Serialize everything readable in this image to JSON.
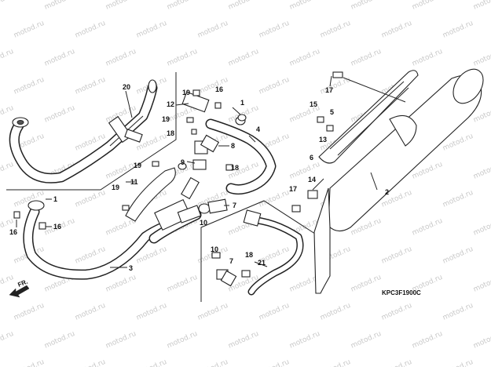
{
  "diagram": {
    "callouts": [
      {
        "id": "c20",
        "text": "20"
      },
      {
        "id": "c1a",
        "text": "1"
      },
      {
        "id": "c16a",
        "text": "16"
      },
      {
        "id": "c16b",
        "text": "16"
      },
      {
        "id": "c3",
        "text": "3"
      },
      {
        "id": "c19a",
        "text": "19"
      },
      {
        "id": "c16c",
        "text": "16"
      },
      {
        "id": "c12",
        "text": "12"
      },
      {
        "id": "c19b",
        "text": "19"
      },
      {
        "id": "c18a",
        "text": "18"
      },
      {
        "id": "c1b",
        "text": "1"
      },
      {
        "id": "c4",
        "text": "4"
      },
      {
        "id": "c8",
        "text": "8"
      },
      {
        "id": "c19c",
        "text": "19"
      },
      {
        "id": "c9",
        "text": "9"
      },
      {
        "id": "c18b",
        "text": "18"
      },
      {
        "id": "c11",
        "text": "11"
      },
      {
        "id": "c19d",
        "text": "19"
      },
      {
        "id": "c7a",
        "text": "7"
      },
      {
        "id": "c10a",
        "text": "10"
      },
      {
        "id": "c10b",
        "text": "10"
      },
      {
        "id": "c7b",
        "text": "7"
      },
      {
        "id": "c18c",
        "text": "18"
      },
      {
        "id": "c21",
        "text": "21"
      },
      {
        "id": "c17a",
        "text": "17"
      },
      {
        "id": "c15",
        "text": "15"
      },
      {
        "id": "c5",
        "text": "5"
      },
      {
        "id": "c13",
        "text": "13"
      },
      {
        "id": "c6",
        "text": "6"
      },
      {
        "id": "c2",
        "text": "2"
      },
      {
        "id": "c14",
        "text": "14"
      },
      {
        "id": "c17b",
        "text": "17"
      }
    ],
    "direction_label": "FR.",
    "diagram_code": "KPC3F1900C",
    "watermark": "motod.ru"
  }
}
